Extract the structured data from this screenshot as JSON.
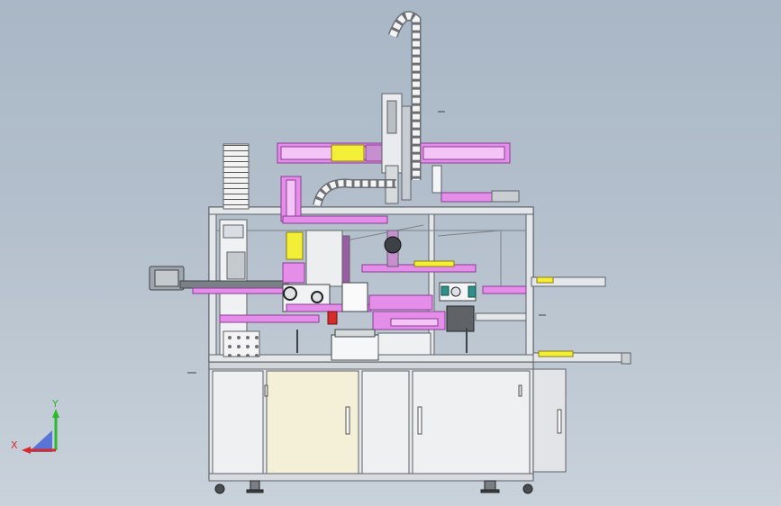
{
  "viewport": {
    "model": "packaging-machine-assembly",
    "view": "front",
    "background_top": "#a9b7c6",
    "background_bottom": "#c9d2db"
  },
  "colors": {
    "frame": "#e4e7ea",
    "frame_edge": "#5c6166",
    "cylinder": "#e58ee9",
    "cylinder_dark": "#b457bf",
    "sensor": "#f2ef36",
    "panel": "#e9ebee",
    "panel_highlight": "#f4f0d8",
    "motor": "#9fa6ad",
    "accent_teal": "#2f8f8a",
    "accent_red": "#d62b2b"
  },
  "triad": {
    "x_label": "X",
    "y_label": "Y",
    "x_color": "#d62b2b",
    "y_color": "#2eb82e",
    "z_color": "#2a4fd6"
  }
}
